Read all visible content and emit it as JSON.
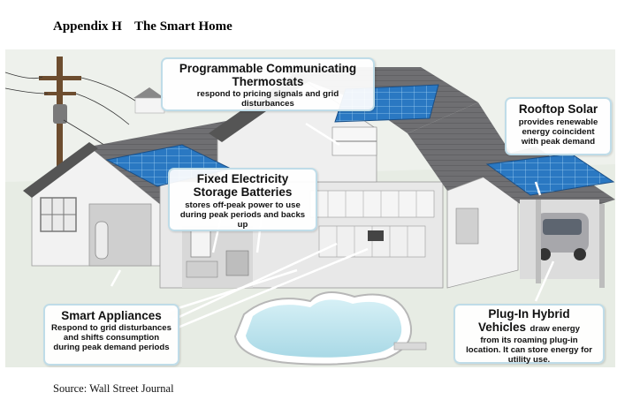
{
  "heading": {
    "label": "Appendix H",
    "title": "The Smart Home"
  },
  "callouts": {
    "thermostats": {
      "title": "Programmable Communicating Thermostats",
      "desc": "respond to pricing signals and grid disturbances"
    },
    "storage": {
      "title": "Fixed Electricity Storage Batteries",
      "desc": "stores off-peak power to use during peak periods and backs up"
    },
    "solar": {
      "title": "Rooftop Solar",
      "desc": "provides renewable energy coincident with peak demand"
    },
    "appliances": {
      "title": "Smart Appliances",
      "desc": "Respond to grid disturbances and shifts consumption during peak demand periods"
    },
    "vehicles": {
      "title_line1": "Plug-In Hybrid",
      "title_line2": "Vehicles",
      "desc_inline": "draw energy",
      "desc": "from its roaming plug-in location. It can store energy for utility use."
    }
  },
  "source": "Source: Wall Street Journal"
}
